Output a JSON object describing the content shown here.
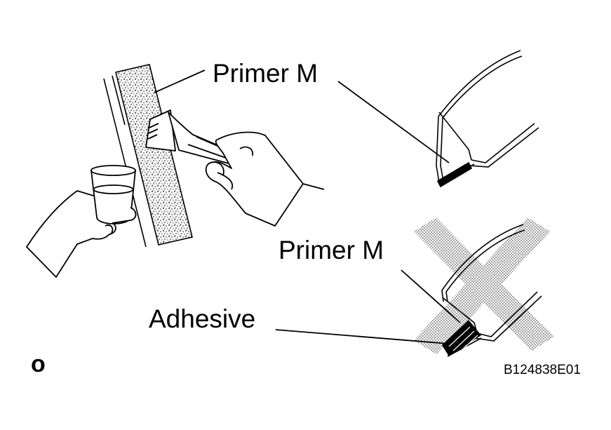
{
  "labels": {
    "primer_top": "Primer M",
    "primer_bottom": "Primer M",
    "adhesive": "Adhesive",
    "correct_mark": "o",
    "figure_code": "B124838E01"
  },
  "colors": {
    "ink": "#000000",
    "paper": "#ffffff",
    "cross_shade": "#c8c8c8"
  },
  "icons": {
    "cross_mark": "x-mark-icon"
  }
}
